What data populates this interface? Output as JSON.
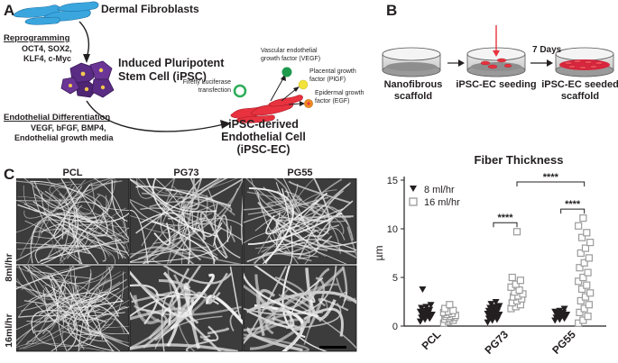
{
  "panel_a": {
    "letter": "A",
    "fibroblasts_label": "Dermal Fibroblasts",
    "reprogramming_title": "Reprogramming",
    "reprogramming_factors": [
      "OCT4, SOX2,",
      "KLF4, c-Myc"
    ],
    "ipsc_label": [
      "Induced Pluripotent",
      "Stem Cell (iPSC)"
    ],
    "differentiation_title": "Endothelial Differentiation",
    "differentiation_factors": [
      "VEGF, bFGF, BMP4,",
      "Endothelial growth media"
    ],
    "luciferase_label": [
      "Firefly Luciferase",
      "transfection"
    ],
    "vegf_label": [
      "Vascular endothelial",
      "growth factor (VEGF)"
    ],
    "pigf_label": [
      "Placental growth",
      "factor (PlGF)"
    ],
    "egf_label": [
      "Epidermal growth",
      "factor (EGF)"
    ],
    "ipsc_ec_label": [
      "iPSC-derived",
      "Endothelial Cell",
      "(iPSC-EC)"
    ],
    "colors": {
      "fibroblast": "#3aa6dd",
      "ipsc": "#5b2c83",
      "ec": "#e8323f",
      "vegf": "#1f9a4c",
      "pigf": "#f2e33a",
      "egf": "#f08a24",
      "luciferase": "#2fae5a"
    }
  },
  "panel_b": {
    "letter": "B",
    "days_label": "7 Days",
    "scaffold_label": [
      "Nanofibrous",
      "scaffold"
    ],
    "seeding_label": "iPSC-EC seeding",
    "seeded_label": [
      "iPSC-EC seeded",
      "scaffold"
    ]
  },
  "panel_c": {
    "letter": "C",
    "columns": [
      "PCL",
      "PG73",
      "PG55"
    ],
    "rows": [
      "8ml/hr",
      "16ml/hr"
    ]
  },
  "chart_data": {
    "type": "scatter",
    "title": "Fiber Thickness",
    "ylabel": "µm",
    "categories": [
      "PCL",
      "PG73",
      "PG55"
    ],
    "ylim": [
      0,
      15
    ],
    "yticks": [
      0,
      5,
      10,
      15
    ],
    "legend_position": "top-left",
    "series": [
      {
        "name": "8 ml/hr",
        "marker": "filled-triangle-down",
        "color": "#231f20",
        "values": {
          "PCL": [
            0.5,
            0.7,
            0.8,
            0.9,
            1.0,
            1.0,
            1.1,
            1.2,
            1.2,
            1.3,
            1.4,
            1.5,
            1.6,
            1.7,
            1.9,
            2.0,
            2.2,
            3.8
          ],
          "PG73": [
            0.4,
            0.6,
            0.7,
            0.8,
            0.9,
            1.0,
            1.0,
            1.1,
            1.2,
            1.2,
            1.3,
            1.3,
            1.4,
            1.5,
            1.6,
            1.7,
            1.8,
            1.9,
            2.0,
            2.1,
            2.3,
            2.5
          ],
          "PG55": [
            0.6,
            0.7,
            0.8,
            0.9,
            1.0,
            1.0,
            1.1,
            1.2,
            1.2,
            1.3,
            1.4,
            1.5,
            1.6,
            1.8
          ]
        }
      },
      {
        "name": "16 ml/hr",
        "marker": "open-square",
        "color": "#9b9b9b",
        "values": {
          "PCL": [
            0.3,
            0.5,
            0.6,
            0.7,
            0.8,
            0.9,
            1.0,
            1.0,
            1.1,
            1.2,
            1.3,
            1.4,
            1.5,
            1.6,
            1.8,
            2.2
          ],
          "PG73": [
            1.8,
            2.0,
            2.2,
            2.4,
            2.6,
            2.8,
            3.0,
            3.1,
            3.3,
            3.5,
            3.7,
            4.0,
            4.3,
            4.7,
            5.0,
            9.7
          ],
          "PG55": [
            0.3,
            0.6,
            1.0,
            1.4,
            1.8,
            2.2,
            2.6,
            3.0,
            3.4,
            3.8,
            4.2,
            4.6,
            5.0,
            5.5,
            6.0,
            6.5,
            7.0,
            7.5,
            8.0,
            8.6,
            9.1,
            9.6,
            10.3,
            11.1
          ]
        }
      }
    ],
    "significance": [
      {
        "label": "****",
        "between": [
          "PG73 8 ml/hr",
          "PG73 16 ml/hr"
        ]
      },
      {
        "label": "****",
        "between": [
          "PG55 8 ml/hr",
          "PG55 16 ml/hr"
        ]
      },
      {
        "label": "****",
        "between": [
          "PG73 16 ml/hr",
          "PG55 16 ml/hr"
        ]
      }
    ]
  }
}
